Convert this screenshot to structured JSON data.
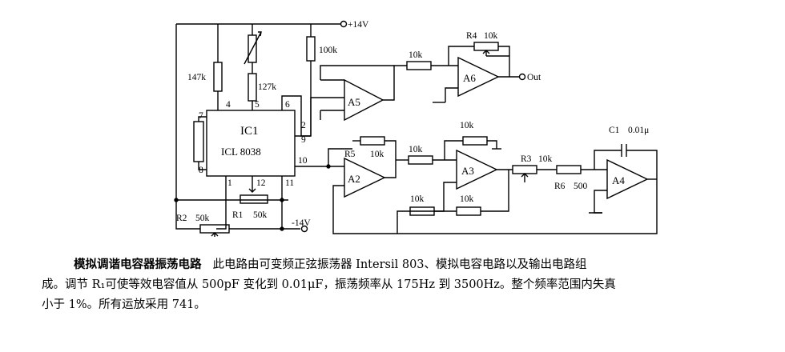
{
  "schematic": {
    "supply_pos": "+14V",
    "supply_neg": "-14V",
    "ic": {
      "name": "IC1",
      "part": "ICL 8038",
      "pins": {
        "p1": "1",
        "p2": "2",
        "p4": "4",
        "p5": "5",
        "p6": "6",
        "p7": "7",
        "p8": "8",
        "p9": "9",
        "p10": "10",
        "p11": "11",
        "p12": "12"
      }
    },
    "components": {
      "r_147k": "147k",
      "r_127k": "127k",
      "r_100k": "100k",
      "r_10k_a5_in": "10k",
      "r4": "R4",
      "r4_value": "10k",
      "r5": "R5",
      "r5_value": "10k",
      "r_10k_a3_in": "10k",
      "r_10k_a3_top": "10k",
      "r_10k_bot1": "10k",
      "r_10k_bot2": "10k",
      "r3": "R3",
      "r3_value": "10k",
      "r6": "R6",
      "r6_value": "500",
      "c1": "C1",
      "c1_value": "0.01μ",
      "r1": "R1",
      "r1_value": "50k",
      "r2": "R2",
      "r2_value": "50k"
    },
    "amps": {
      "a2": "A2",
      "a3": "A3",
      "a4": "A4",
      "a5": "A5",
      "a6": "A6"
    },
    "output_label": "Out",
    "minus_sign": "-",
    "plus_sign": "+"
  },
  "caption": {
    "title": "模拟调谐电容器振荡电路",
    "line1": "此电路由可变频正弦振荡器 Intersil 803、模拟电容电路以及输出电路组",
    "line2": "成。调节 R₁可使等效电容值从 500pF 变化到 0.01μF，振荡频率从 175Hz 到 3500Hz。整个频率范围内失真",
    "line3": "小于 1%。所有运放采用 741。"
  }
}
